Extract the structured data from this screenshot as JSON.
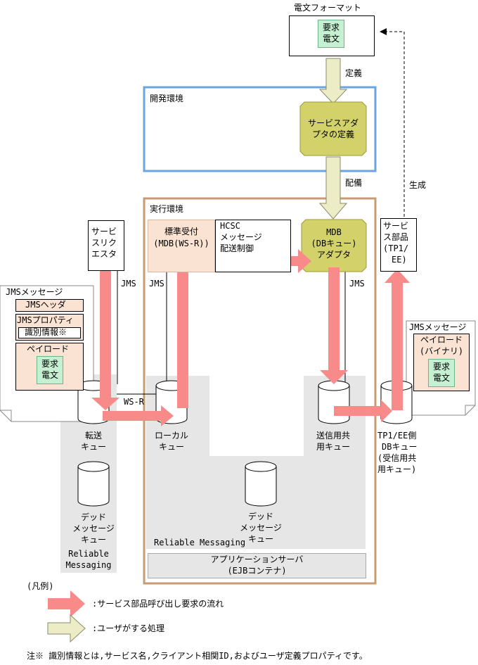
{
  "denbun_format": {
    "title": "電文フォーマット",
    "doc": [
      "要求",
      "電文"
    ]
  },
  "labels": {
    "teigi": "定義",
    "haibi": "配備",
    "seisei": "生成",
    "jms": "JMS",
    "ws_r": "WS-R"
  },
  "kaihatsu": {
    "title": "開発環境",
    "adapter_def": [
      "サービスアダ",
      "プタの定義"
    ]
  },
  "jikko": {
    "title": "実行環境",
    "std_recv": [
      "標準受付",
      "(MDB(WS-R))"
    ],
    "hcsc": [
      "HCSC",
      "メッセージ",
      "配送制御"
    ],
    "mdb": [
      "MDB",
      "(DBキュー)",
      "アダプタ"
    ],
    "reliable": "Reliable Messaging",
    "app_server": [
      "アプリケーションサーバ",
      "(EJBコンテナ)"
    ]
  },
  "requester": [
    "サービ",
    "スリク",
    "エスタ"
  ],
  "service_part": [
    "サービ",
    "ス部品",
    "(TP1/",
    "EE)"
  ],
  "jms_msg_left": {
    "title": "JMSメッセージ",
    "header": "JMSヘッダ",
    "props": "JMSプロパティ",
    "ident": "識別情報※",
    "payload": "ペイロード",
    "doc": [
      "要求",
      "電文"
    ]
  },
  "jms_msg_right": {
    "title": "JMSメッセージ",
    "payload": [
      "ペイロード",
      "(バイナリ)"
    ],
    "doc": [
      "要求",
      "電文"
    ]
  },
  "queues": {
    "tenso": [
      "転送",
      "キュー"
    ],
    "local": [
      "ローカル",
      "キュー"
    ],
    "send_shared": [
      "送信用共",
      "用キュー"
    ],
    "tp1_db": [
      "TP1/EE側",
      "DBキュー",
      "(受信用共",
      "用キュー)"
    ],
    "dead_left": [
      "デッド",
      "メッセージ",
      "キュー"
    ],
    "dead_mid": [
      "デッド",
      "メッセージ",
      "キュー"
    ]
  },
  "reliable_left": [
    "Reliable",
    "Messaging"
  ],
  "legend": {
    "title": "(凡例)",
    "red": ":サービス部品呼び出し要求の流れ",
    "yellow": ":ユーザがする処理"
  },
  "note": "注※ 識別情報とは,サービス名,クライアント相関ID,およびユーザ定義プロパティです。",
  "colors": {
    "red_arrow": "#f98a8a",
    "yellow_arrow": "#ecedc6",
    "blue_frame": "#6aa5e0",
    "brown_frame": "#c79b73",
    "octagon": "#d2d16a",
    "peach": "#fae3d2",
    "doc_green": "#c6f0d2",
    "gray_area": "#e6e6e6"
  }
}
